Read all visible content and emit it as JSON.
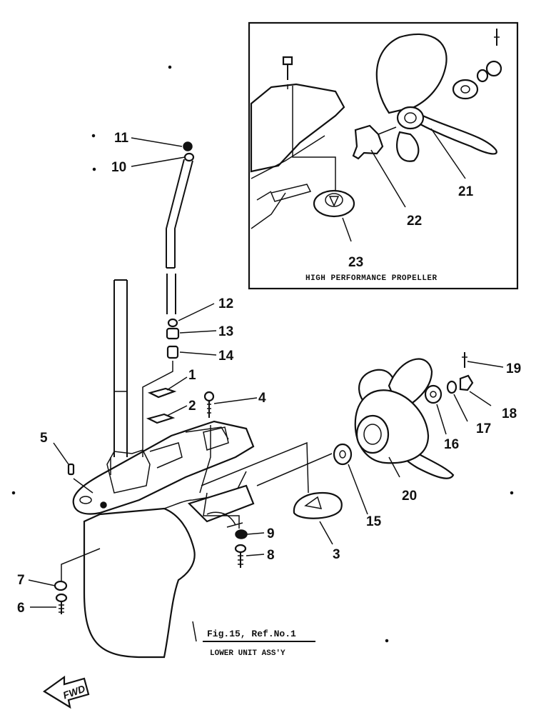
{
  "parts": [
    {
      "id": "11",
      "label": "11"
    },
    {
      "id": "10",
      "label": "10"
    },
    {
      "id": "12",
      "label": "12"
    },
    {
      "id": "13",
      "label": "13"
    },
    {
      "id": "14",
      "label": "14"
    },
    {
      "id": "1",
      "label": "1"
    },
    {
      "id": "2",
      "label": "2"
    },
    {
      "id": "4",
      "label": "4"
    },
    {
      "id": "5",
      "label": "5"
    },
    {
      "id": "9",
      "label": "9"
    },
    {
      "id": "8",
      "label": "8"
    },
    {
      "id": "3",
      "label": "3"
    },
    {
      "id": "15",
      "label": "15"
    },
    {
      "id": "20",
      "label": "20"
    },
    {
      "id": "16",
      "label": "16"
    },
    {
      "id": "17",
      "label": "17"
    },
    {
      "id": "18",
      "label": "18"
    },
    {
      "id": "19",
      "label": "19"
    },
    {
      "id": "7",
      "label": "7"
    },
    {
      "id": "6",
      "label": "6"
    },
    {
      "id": "21",
      "label": "21"
    },
    {
      "id": "22",
      "label": "22"
    },
    {
      "id": "23",
      "label": "23"
    }
  ],
  "inset": {
    "caption": "HIGH PERFORMANCE PROPELLER"
  },
  "reference": {
    "text": "Fig.15, Ref.No.1",
    "subtext": "LOWER UNIT ASS'Y"
  },
  "fwd": {
    "label": "FWD"
  }
}
